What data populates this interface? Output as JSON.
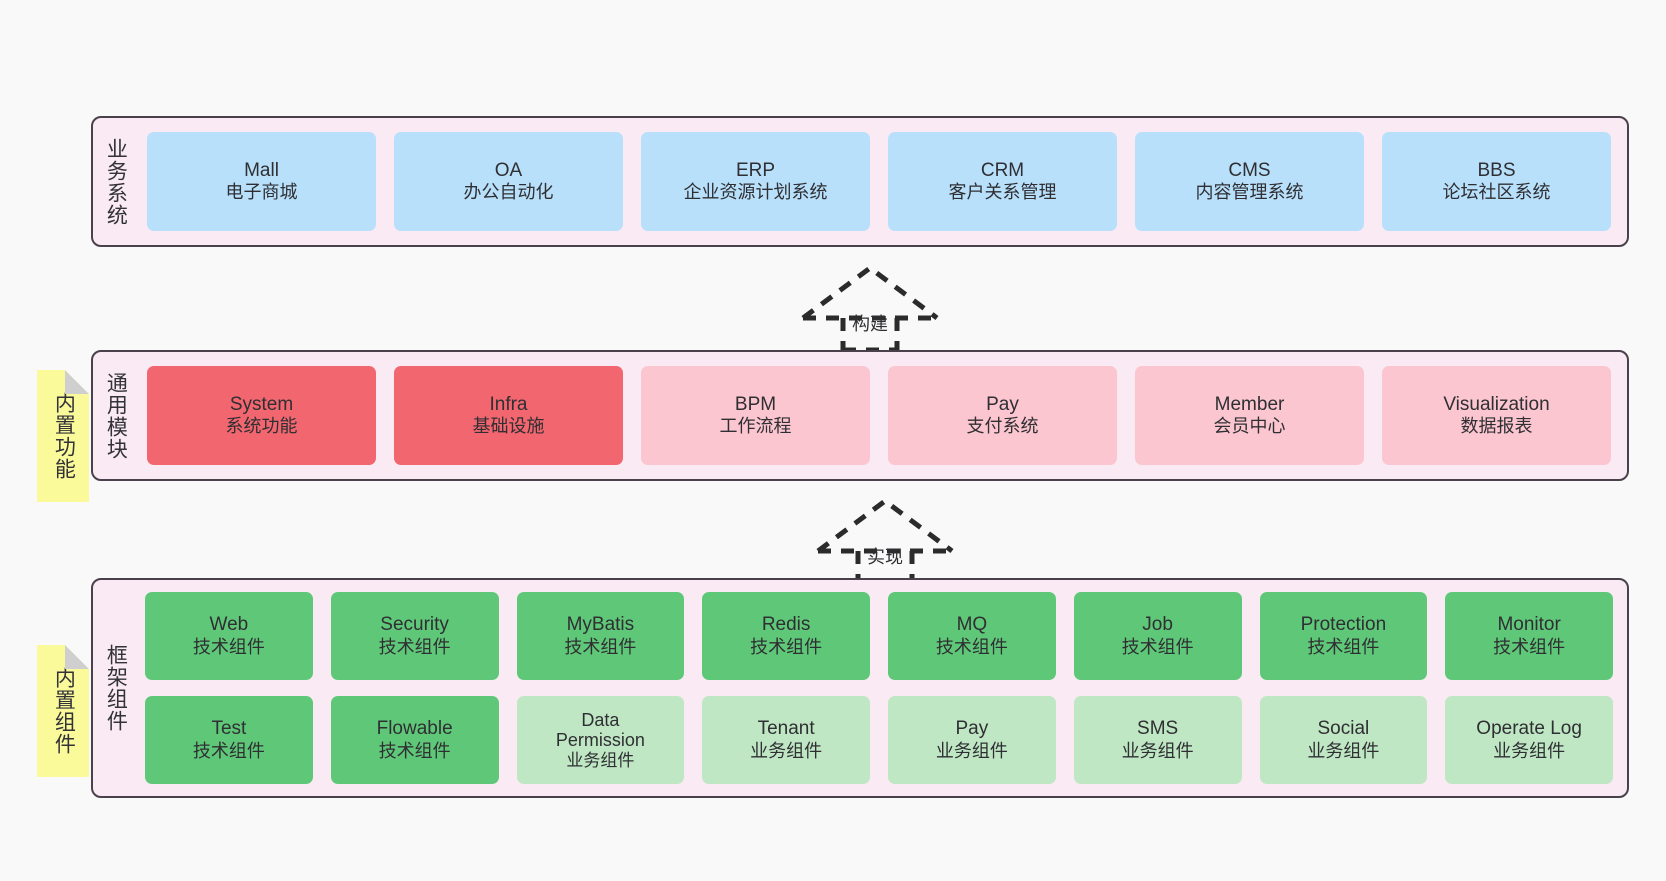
{
  "diagram": {
    "title": "",
    "background_color": "#f9f9f9",
    "layer_fill": "#f9eaf4",
    "layer_border": "#4a414d",
    "note_fill": "#fafa9b"
  },
  "notes": [
    {
      "id": "note-builtin-function",
      "text": "内置功能"
    },
    {
      "id": "note-builtin-component",
      "text": "内置组件"
    }
  ],
  "connectors": [
    {
      "id": "connector-build",
      "label": "构建",
      "style": "dashed-hollow-arrow-up"
    },
    {
      "id": "connector-implement",
      "label": "实现",
      "style": "dashed-hollow-arrow-up"
    }
  ],
  "layers": [
    {
      "id": "business-system",
      "title": "业务系统",
      "color": "#b8e0fb",
      "rows": [
        [
          {
            "en": "Mall",
            "cn": "电子商城",
            "color": "blue"
          },
          {
            "en": "OA",
            "cn": "办公自动化",
            "color": "blue"
          },
          {
            "en": "ERP",
            "cn": "企业资源计划系统",
            "color": "blue"
          },
          {
            "en": "CRM",
            "cn": "客户关系管理",
            "color": "blue"
          },
          {
            "en": "CMS",
            "cn": "内容管理系统",
            "color": "blue"
          },
          {
            "en": "BBS",
            "cn": "论坛社区系统",
            "color": "blue"
          }
        ]
      ]
    },
    {
      "id": "common-module",
      "title": "通用模块",
      "rows": [
        [
          {
            "en": "System",
            "cn": "系统功能",
            "color": "red"
          },
          {
            "en": "Infra",
            "cn": "基础设施",
            "color": "red"
          },
          {
            "en": "BPM",
            "cn": "工作流程",
            "color": "pink"
          },
          {
            "en": "Pay",
            "cn": "支付系统",
            "color": "pink"
          },
          {
            "en": "Member",
            "cn": "会员中心",
            "color": "pink"
          },
          {
            "en": "Visualization",
            "cn": "数据报表",
            "color": "pink"
          }
        ]
      ]
    },
    {
      "id": "framework-component",
      "title": "框架组件",
      "rows": [
        [
          {
            "en": "Web",
            "cn": "技术组件",
            "color": "green"
          },
          {
            "en": "Security",
            "cn": "技术组件",
            "color": "green"
          },
          {
            "en": "MyBatis",
            "cn": "技术组件",
            "color": "green"
          },
          {
            "en": "Redis",
            "cn": "技术组件",
            "color": "green"
          },
          {
            "en": "MQ",
            "cn": "技术组件",
            "color": "green"
          },
          {
            "en": "Job",
            "cn": "技术组件",
            "color": "green"
          },
          {
            "en": "Protection",
            "cn": "技术组件",
            "color": "green"
          },
          {
            "en": "Monitor",
            "cn": "技术组件",
            "color": "green"
          }
        ],
        [
          {
            "en": "Test",
            "cn": "技术组件",
            "color": "green"
          },
          {
            "en": "Flowable",
            "cn": "技术组件",
            "color": "green"
          },
          {
            "en": "Data Permission",
            "cn": "业务组件",
            "color": "greenlight"
          },
          {
            "en": "Tenant",
            "cn": "业务组件",
            "color": "greenlight"
          },
          {
            "en": "Pay",
            "cn": "业务组件",
            "color": "greenlight"
          },
          {
            "en": "SMS",
            "cn": "业务组件",
            "color": "greenlight"
          },
          {
            "en": "Social",
            "cn": "业务组件",
            "color": "greenlight"
          },
          {
            "en": "Operate Log",
            "cn": "业务组件",
            "color": "greenlight"
          }
        ]
      ]
    }
  ]
}
